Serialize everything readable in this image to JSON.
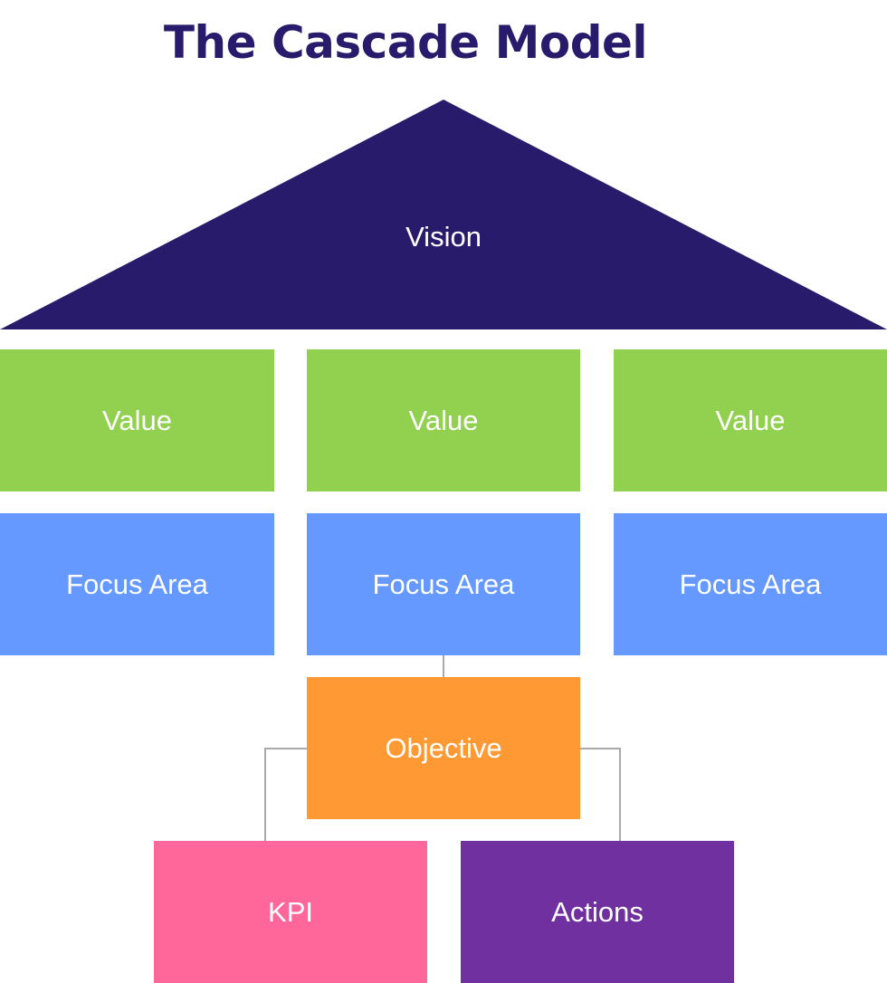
{
  "title": "The Cascade Model",
  "vision": {
    "label": "Vision",
    "color": "#291b6b"
  },
  "values": [
    {
      "label": "Value"
    },
    {
      "label": "Value"
    },
    {
      "label": "Value"
    }
  ],
  "value_color": "#92d050",
  "focus_areas": [
    {
      "label": "Focus Area"
    },
    {
      "label": "Focus Area"
    },
    {
      "label": "Focus Area"
    }
  ],
  "focus_color": "#6699ff",
  "objective": {
    "label": "Objective",
    "color": "#ff9933"
  },
  "kpi": {
    "label": "KPI",
    "color": "#ff6699"
  },
  "actions": {
    "label": "Actions",
    "color": "#7030a0"
  },
  "connector_color": "#aaaaaa"
}
